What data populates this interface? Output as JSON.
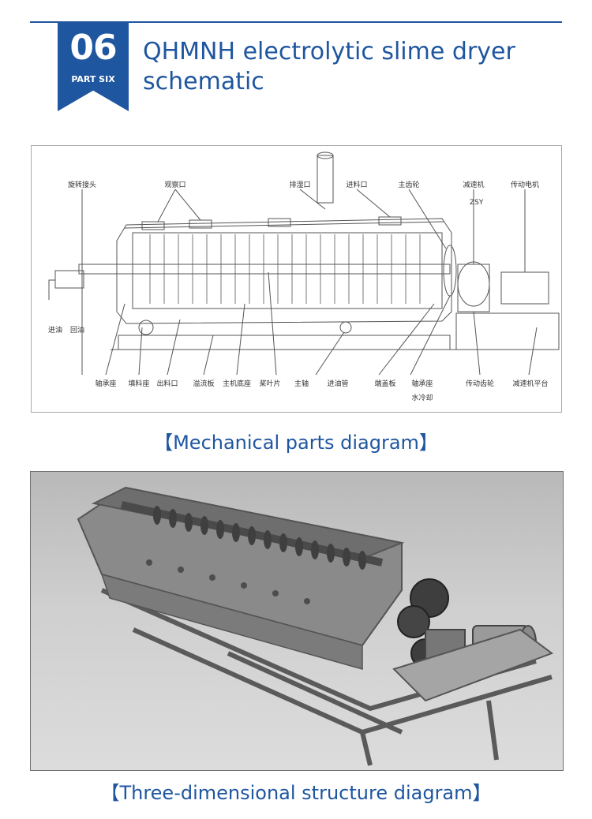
{
  "header": {
    "number": "06",
    "part": "PART SIX",
    "title_line1": "QHMNH electrolytic slime dryer",
    "title_line2": "schematic",
    "accent_color": "#1f56a0"
  },
  "mechanical_diagram": {
    "caption": "【Mechanical parts diagram】",
    "top_labels": [
      "旋转接头",
      "观察口",
      "排湿口",
      "进料口",
      "主齿轮",
      "减速机",
      "传动电机"
    ],
    "motor_marking": "ZSY",
    "side_labels": [
      "进油",
      "回油"
    ],
    "bottom_labels": [
      "轴承座",
      "填料座",
      "出料口",
      "溢流板",
      "主机底座",
      "桨叶片",
      "主轴",
      "进油管",
      "端盖板",
      "轴承座",
      "传动齿轮",
      "减速机平台"
    ],
    "bottom_note": "水冷却"
  },
  "structure_diagram": {
    "caption": "【Three-dimensional structure diagram】"
  }
}
